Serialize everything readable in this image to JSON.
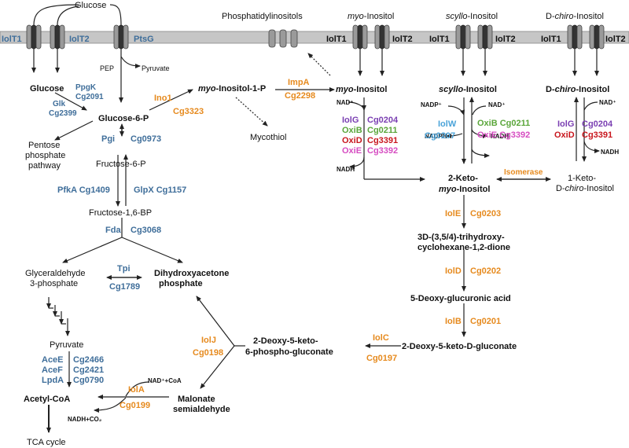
{
  "header": {
    "glucose_top": "Glucose",
    "phosphatidylinositols": "Phosphatidylinositols",
    "myo_top_a": "myo",
    "myo_top_b": "-Inositol",
    "scyllo_top_a": "scyllo",
    "scyllo_top_b": "-Inositol",
    "chiro_top_a": "D-",
    "chiro_top_b": "chiro",
    "chiro_top_c": "-Inositol"
  },
  "transporters": {
    "iolt1": "IolT1",
    "iolt2": "IolT2",
    "ptsg": "PtsG",
    "pep": "PEP",
    "pyruvate": "Pyruvate"
  },
  "left": {
    "glucose": "Glucose",
    "ppgk": "PpgK",
    "cg2091": "Cg2091",
    "glk": "Glk",
    "cg2399": "Cg2399",
    "g6p": "Glucose-6-P",
    "ppp1": "Pentose",
    "ppp2": "phosphate",
    "ppp3": "pathway",
    "pgi": "Pgi",
    "cg0973": "Cg0973",
    "f6p": "Fructose-6-P",
    "pfka": "PfkA Cg1409",
    "glpx": "GlpX Cg1157",
    "fbp": "Fructose-1,6-BP",
    "fda": "Fda",
    "cg3068": "Cg3068",
    "gap1": "Glyceraldehyde",
    "gap2": "3-phosphate",
    "tpi": "Tpi",
    "cg1789": "Cg1789",
    "dhap1": "Dihydroxyacetone",
    "dhap2": "phosphate",
    "pyr": "Pyruvate",
    "acee": "AceE",
    "acef": "AceF",
    "lpda": "LpdA",
    "cg2466": "Cg2466",
    "cg2421": "Cg2421",
    "cg0790": "Cg0790",
    "acetylcoa": "Acetyl-CoA",
    "tca": "TCA cycle"
  },
  "mid": {
    "ino1": "Ino1",
    "cg3323": "Cg3323",
    "mi1p_a": "myo",
    "mi1p_b": "-Inositol-1-P",
    "impa": "ImpA",
    "cg2298": "Cg2298",
    "mycothiol": "Mycothiol",
    "iolj": "IolJ",
    "cg0198": "Cg0198",
    "nadcoa": "NAD⁺+CoA",
    "iola": "IolA",
    "cg0199": "Cg0199",
    "nadhco2": "NADH+CO₂",
    "malonate1": "Malonate",
    "malonate2": "semialdehyde",
    "dkpg1": "2-Deoxy-5-keto-",
    "dkpg2": "6-phospho-gluconate",
    "iolc": "IolC",
    "cg0197": "Cg0197"
  },
  "right": {
    "myo_a": "myo",
    "myo_b": "-Inositol",
    "nad_plus": "NAD⁺",
    "nadh": "NADH",
    "nadp_plus": "NADP⁺",
    "nadph": "NADPH",
    "iolg": "IolG",
    "cg0204": "Cg0204",
    "oxib": "OxiB",
    "cg0211": "Cg0211",
    "oxid": "OxiD",
    "cg3391": "Cg3391",
    "oxie": "OxiE",
    "cg3392": "Cg3392",
    "scyllo_a": "scyllo",
    "scyllo_b": "-Inositol",
    "iolw": "IolW",
    "cg0207": "Cg0207",
    "oxib_cg0211": "OxiB Cg0211",
    "oxie_cg3392": "OxiE Cg3392",
    "chiro_a": "D-",
    "chiro_b": "chiro",
    "chiro_c": "-Inositol",
    "keto_myo1": "2-Keto-",
    "keto_myo2a": "myo",
    "keto_myo2b": "-Inositol",
    "isomerase": "Isomerase",
    "keto_chiro1": "1-Keto-",
    "keto_chiro2a": "D-",
    "keto_chiro2b": "chiro",
    "keto_chiro2c": "-Inositol",
    "iole": "IolE",
    "cg0203": "Cg0203",
    "thcd1": "3D-(3,5/4)-trihydroxy-",
    "thcd2": "cyclohexane-1,2-dione",
    "iold": "IolD",
    "cg0202": "Cg0202",
    "dgluc": "5-Deoxy-glucuronic acid",
    "iolb": "IolB",
    "cg0201": "Cg0201",
    "dkg": "2-Deoxy-5-keto-D-gluconate"
  }
}
